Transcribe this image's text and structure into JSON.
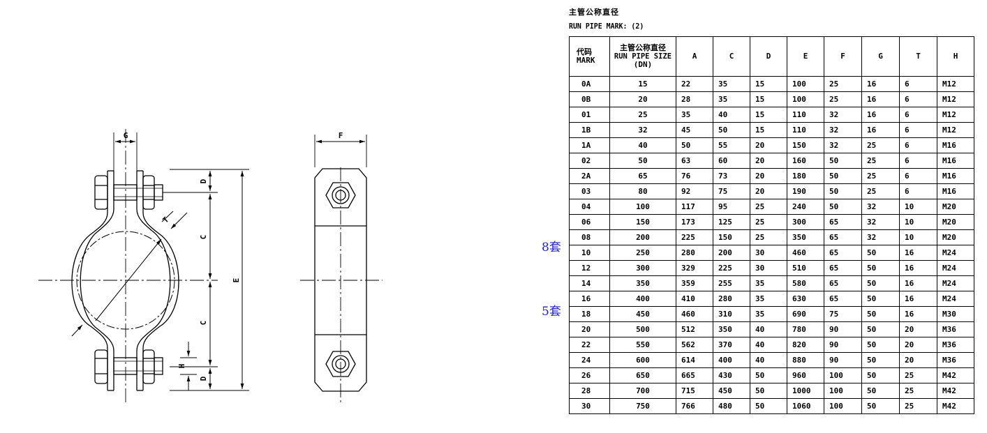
{
  "header": {
    "title_cn": "主管公称直径",
    "subtitle": "RUN PIPE MARK: (2)"
  },
  "drawing_labels": {
    "G": "G",
    "F": "F",
    "D_top": "D",
    "C_top": "C",
    "C_bottom": "C",
    "E": "E",
    "H": "H",
    "D_bottom": "D",
    "T": "T"
  },
  "side_notes": {
    "note_8": "8套",
    "note_5": "5套"
  },
  "table": {
    "headers": {
      "mark_cn": "代码",
      "mark_en": "MARK",
      "size_cn": "主管公称直径",
      "size_en": "RUN PIPE SIZE",
      "size_dn": "(DN)",
      "A": "A",
      "C": "C",
      "D": "D",
      "E": "E",
      "F": "F",
      "G": "G",
      "T": "T",
      "H": "H"
    },
    "rows": [
      {
        "mark": "0A",
        "dn": "15",
        "A": "22",
        "C": "35",
        "D": "15",
        "E": "100",
        "F": "25",
        "G": "16",
        "T": "6",
        "H": "M12"
      },
      {
        "mark": "0B",
        "dn": "20",
        "A": "28",
        "C": "35",
        "D": "15",
        "E": "100",
        "F": "25",
        "G": "16",
        "T": "6",
        "H": "M12"
      },
      {
        "mark": "01",
        "dn": "25",
        "A": "35",
        "C": "40",
        "D": "15",
        "E": "110",
        "F": "32",
        "G": "16",
        "T": "6",
        "H": "M12"
      },
      {
        "mark": "1B",
        "dn": "32",
        "A": "45",
        "C": "50",
        "D": "15",
        "E": "110",
        "F": "32",
        "G": "16",
        "T": "6",
        "H": "M12"
      },
      {
        "mark": "1A",
        "dn": "40",
        "A": "50",
        "C": "55",
        "D": "20",
        "E": "150",
        "F": "32",
        "G": "25",
        "T": "6",
        "H": "M16"
      },
      {
        "mark": "02",
        "dn": "50",
        "A": "63",
        "C": "60",
        "D": "20",
        "E": "160",
        "F": "50",
        "G": "25",
        "T": "6",
        "H": "M16"
      },
      {
        "mark": "2A",
        "dn": "65",
        "A": "76",
        "C": "73",
        "D": "20",
        "E": "180",
        "F": "50",
        "G": "25",
        "T": "6",
        "H": "M16"
      },
      {
        "mark": "03",
        "dn": "80",
        "A": "92",
        "C": "75",
        "D": "20",
        "E": "190",
        "F": "50",
        "G": "25",
        "T": "6",
        "H": "M16"
      },
      {
        "mark": "04",
        "dn": "100",
        "A": "117",
        "C": "95",
        "D": "25",
        "E": "240",
        "F": "50",
        "G": "32",
        "T": "10",
        "H": "M20"
      },
      {
        "mark": "06",
        "dn": "150",
        "A": "173",
        "C": "125",
        "D": "25",
        "E": "300",
        "F": "65",
        "G": "32",
        "T": "10",
        "H": "M20"
      },
      {
        "mark": "08",
        "dn": "200",
        "A": "225",
        "C": "150",
        "D": "25",
        "E": "350",
        "F": "65",
        "G": "32",
        "T": "10",
        "H": "M20"
      },
      {
        "mark": "10",
        "dn": "250",
        "A": "280",
        "C": "200",
        "D": "30",
        "E": "460",
        "F": "65",
        "G": "50",
        "T": "16",
        "H": "M24"
      },
      {
        "mark": "12",
        "dn": "300",
        "A": "329",
        "C": "225",
        "D": "30",
        "E": "510",
        "F": "65",
        "G": "50",
        "T": "16",
        "H": "M24"
      },
      {
        "mark": "14",
        "dn": "350",
        "A": "359",
        "C": "255",
        "D": "35",
        "E": "580",
        "F": "65",
        "G": "50",
        "T": "16",
        "H": "M24"
      },
      {
        "mark": "16",
        "dn": "400",
        "A": "410",
        "C": "280",
        "D": "35",
        "E": "630",
        "F": "65",
        "G": "50",
        "T": "16",
        "H": "M24"
      },
      {
        "mark": "18",
        "dn": "450",
        "A": "460",
        "C": "310",
        "D": "35",
        "E": "690",
        "F": "75",
        "G": "50",
        "T": "16",
        "H": "M30"
      },
      {
        "mark": "20",
        "dn": "500",
        "A": "512",
        "C": "350",
        "D": "40",
        "E": "780",
        "F": "90",
        "G": "50",
        "T": "20",
        "H": "M36"
      },
      {
        "mark": "22",
        "dn": "550",
        "A": "562",
        "C": "370",
        "D": "40",
        "E": "820",
        "F": "90",
        "G": "50",
        "T": "20",
        "H": "M36"
      },
      {
        "mark": "24",
        "dn": "600",
        "A": "614",
        "C": "400",
        "D": "40",
        "E": "880",
        "F": "90",
        "G": "50",
        "T": "20",
        "H": "M36"
      },
      {
        "mark": "26",
        "dn": "650",
        "A": "665",
        "C": "430",
        "D": "50",
        "E": "960",
        "F": "100",
        "G": "50",
        "T": "25",
        "H": "M42"
      },
      {
        "mark": "28",
        "dn": "700",
        "A": "715",
        "C": "450",
        "D": "50",
        "E": "1000",
        "F": "100",
        "G": "50",
        "T": "25",
        "H": "M42"
      },
      {
        "mark": "30",
        "dn": "750",
        "A": "766",
        "C": "480",
        "D": "50",
        "E": "1060",
        "F": "100",
        "G": "50",
        "T": "25",
        "H": "M42"
      }
    ]
  }
}
